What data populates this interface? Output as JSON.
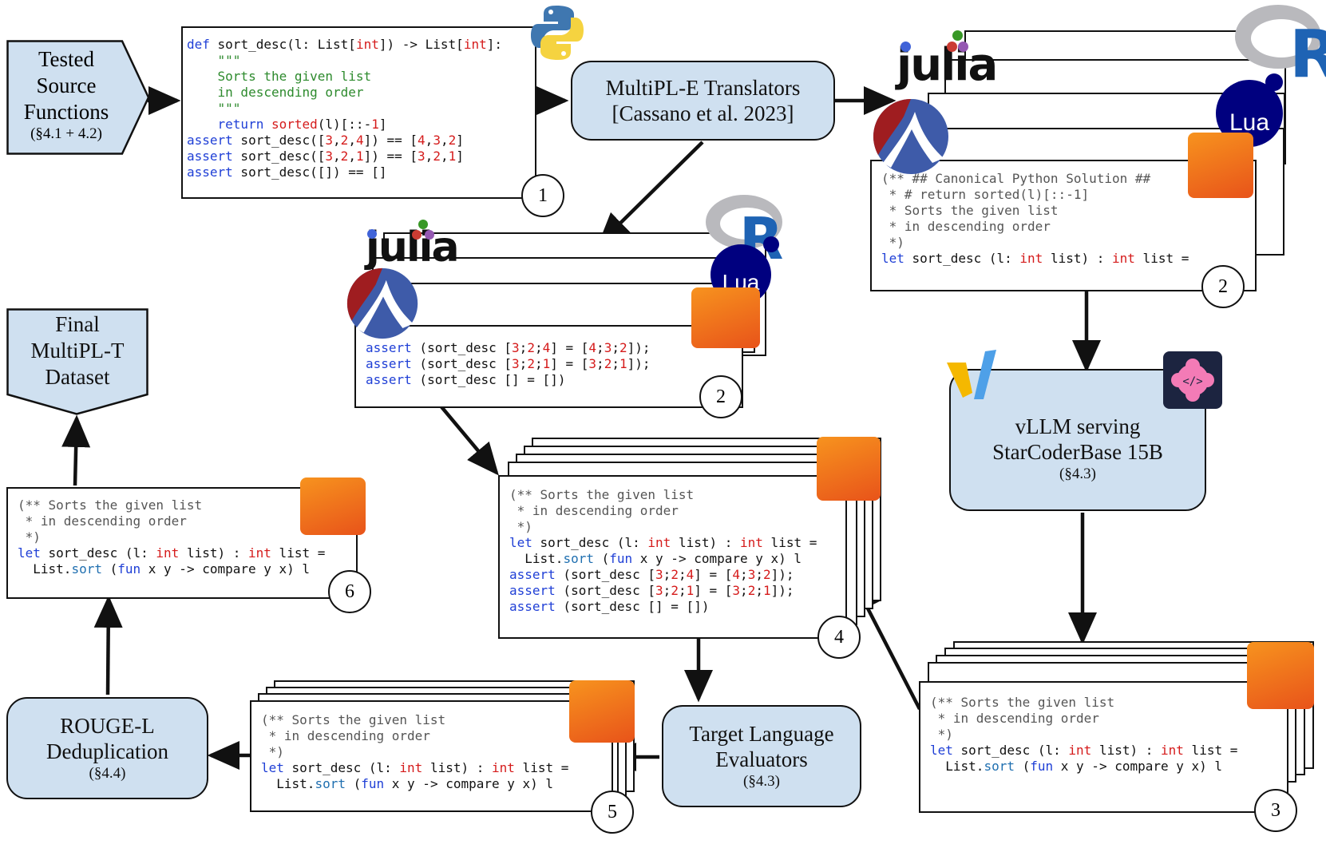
{
  "nodes": {
    "tested": {
      "title": "Tested\nSource\nFunctions",
      "ref": "(§4.1 + 4.2)"
    },
    "translators": {
      "title": "MultiPL-E Translators\n[Cassano et al. 2023]"
    },
    "vllm": {
      "title": "vLLM serving\nStarCoderBase 15B",
      "ref": "(§4.3)"
    },
    "evaluators": {
      "title": "Target Language\nEvaluators",
      "ref": "(§4.3)"
    },
    "rouge": {
      "title": "ROUGE-L\nDeduplication",
      "ref": "(§4.4)"
    },
    "final": {
      "title": "Final\nMultiPL-T\nDataset"
    }
  },
  "steps": {
    "s1": "1",
    "s2a": "2",
    "s2b": "2",
    "s3": "3",
    "s4": "4",
    "s5": "5",
    "s6": "6"
  },
  "logos": {
    "julia": "julia",
    "lua": "Lua",
    "r": "R"
  },
  "icons": [
    "python-logo-icon",
    "julia-logo-icon",
    "r-logo-icon",
    "lua-logo-icon",
    "racket-logo-icon",
    "ocaml-camel-icon",
    "vllm-logo-icon",
    "starcoder-logo-icon"
  ],
  "code": {
    "python": [
      [
        {
          "t": "def",
          "c": "kw"
        },
        {
          "t": " sort_desc(l: List["
        },
        {
          "t": "int",
          "c": "num"
        },
        {
          "t": "]) -> List["
        },
        {
          "t": "int",
          "c": "num"
        },
        {
          "t": "]:"
        }
      ],
      [
        {
          "t": "    \"\"\"",
          "c": "str"
        }
      ],
      [
        {
          "t": "    Sorts the given list",
          "c": "str"
        }
      ],
      [
        {
          "t": "    in descending order",
          "c": "str"
        }
      ],
      [
        {
          "t": "    \"\"\"",
          "c": "str"
        }
      ],
      [
        {
          "t": "    "
        },
        {
          "t": "return",
          "c": "kw"
        },
        {
          "t": " "
        },
        {
          "t": "sorted",
          "c": "num"
        },
        {
          "t": "(l)[::-"
        },
        {
          "t": "1",
          "c": "num"
        },
        {
          "t": "]"
        }
      ],
      [
        {
          "t": "assert",
          "c": "kw"
        },
        {
          "t": " sort_desc(["
        },
        {
          "t": "3",
          "c": "num"
        },
        {
          "t": ","
        },
        {
          "t": "2",
          "c": "num"
        },
        {
          "t": ","
        },
        {
          "t": "4",
          "c": "num"
        },
        {
          "t": "]) == ["
        },
        {
          "t": "4",
          "c": "num"
        },
        {
          "t": ","
        },
        {
          "t": "3",
          "c": "num"
        },
        {
          "t": ","
        },
        {
          "t": "2",
          "c": "num"
        },
        {
          "t": "]"
        }
      ],
      [
        {
          "t": "assert",
          "c": "kw"
        },
        {
          "t": " sort_desc(["
        },
        {
          "t": "3",
          "c": "num"
        },
        {
          "t": ","
        },
        {
          "t": "2",
          "c": "num"
        },
        {
          "t": ","
        },
        {
          "t": "1",
          "c": "num"
        },
        {
          "t": "]) == ["
        },
        {
          "t": "3",
          "c": "num"
        },
        {
          "t": ","
        },
        {
          "t": "2",
          "c": "num"
        },
        {
          "t": ","
        },
        {
          "t": "1",
          "c": "num"
        },
        {
          "t": "]"
        }
      ],
      [
        {
          "t": "assert",
          "c": "kw"
        },
        {
          "t": " sort_desc([]) == []"
        }
      ]
    ],
    "prompt": [
      [
        {
          "t": "(** ## Canonical Python Solution ##",
          "c": "cm"
        }
      ],
      [
        {
          "t": " * # return sorted(l)[::-1]",
          "c": "cm"
        }
      ],
      [
        {
          "t": " * Sorts the given list",
          "c": "cm"
        }
      ],
      [
        {
          "t": " * in descending order",
          "c": "cm"
        }
      ],
      [
        {
          "t": " *)",
          "c": "cm"
        }
      ],
      [
        {
          "t": "let",
          "c": "kw"
        },
        {
          "t": " sort_desc (l: "
        },
        {
          "t": "int",
          "c": "num"
        },
        {
          "t": " list) : "
        },
        {
          "t": "int",
          "c": "num"
        },
        {
          "t": " list ="
        }
      ]
    ],
    "tests": [
      [
        {
          "t": "assert",
          "c": "kw"
        },
        {
          "t": " (sort_desc ["
        },
        {
          "t": "3",
          "c": "num"
        },
        {
          "t": ";"
        },
        {
          "t": "2",
          "c": "num"
        },
        {
          "t": ";"
        },
        {
          "t": "4",
          "c": "num"
        },
        {
          "t": "] = ["
        },
        {
          "t": "4",
          "c": "num"
        },
        {
          "t": ";"
        },
        {
          "t": "3",
          "c": "num"
        },
        {
          "t": ";"
        },
        {
          "t": "2",
          "c": "num"
        },
        {
          "t": "]);"
        }
      ],
      [
        {
          "t": "assert",
          "c": "kw"
        },
        {
          "t": " (sort_desc ["
        },
        {
          "t": "3",
          "c": "num"
        },
        {
          "t": ";"
        },
        {
          "t": "2",
          "c": "num"
        },
        {
          "t": ";"
        },
        {
          "t": "1",
          "c": "num"
        },
        {
          "t": "] = ["
        },
        {
          "t": "3",
          "c": "num"
        },
        {
          "t": ";"
        },
        {
          "t": "2",
          "c": "num"
        },
        {
          "t": ";"
        },
        {
          "t": "1",
          "c": "num"
        },
        {
          "t": "]);"
        }
      ],
      [
        {
          "t": "assert",
          "c": "kw"
        },
        {
          "t": " (sort_desc [] = [])"
        }
      ]
    ],
    "generated": [
      [
        {
          "t": "(** Sorts the given list",
          "c": "cm"
        }
      ],
      [
        {
          "t": " * in descending order",
          "c": "cm"
        }
      ],
      [
        {
          "t": " *)",
          "c": "cm"
        }
      ],
      [
        {
          "t": "let",
          "c": "kw"
        },
        {
          "t": " sort_desc (l: "
        },
        {
          "t": "int",
          "c": "num"
        },
        {
          "t": " list) : "
        },
        {
          "t": "int",
          "c": "num"
        },
        {
          "t": " list ="
        }
      ],
      [
        {
          "t": "  List."
        },
        {
          "t": "sort",
          "c": "fn"
        },
        {
          "t": " ("
        },
        {
          "t": "fun",
          "c": "kw"
        },
        {
          "t": " x y -> compare y x) l"
        }
      ]
    ],
    "combined": [
      [
        {
          "t": "(** Sorts the given list",
          "c": "cm"
        }
      ],
      [
        {
          "t": " * in descending order",
          "c": "cm"
        }
      ],
      [
        {
          "t": " *)",
          "c": "cm"
        }
      ],
      [
        {
          "t": "let",
          "c": "kw"
        },
        {
          "t": " sort_desc (l: "
        },
        {
          "t": "int",
          "c": "num"
        },
        {
          "t": " list) : "
        },
        {
          "t": "int",
          "c": "num"
        },
        {
          "t": " list ="
        }
      ],
      [
        {
          "t": "  List."
        },
        {
          "t": "sort",
          "c": "fn"
        },
        {
          "t": " ("
        },
        {
          "t": "fun",
          "c": "kw"
        },
        {
          "t": " x y -> compare y x) l"
        }
      ],
      [
        {
          "t": "assert",
          "c": "kw"
        },
        {
          "t": " (sort_desc ["
        },
        {
          "t": "3",
          "c": "num"
        },
        {
          "t": ";"
        },
        {
          "t": "2",
          "c": "num"
        },
        {
          "t": ";"
        },
        {
          "t": "4",
          "c": "num"
        },
        {
          "t": "] = ["
        },
        {
          "t": "4",
          "c": "num"
        },
        {
          "t": ";"
        },
        {
          "t": "3",
          "c": "num"
        },
        {
          "t": ";"
        },
        {
          "t": "2",
          "c": "num"
        },
        {
          "t": "]);"
        }
      ],
      [
        {
          "t": "assert",
          "c": "kw"
        },
        {
          "t": " (sort_desc ["
        },
        {
          "t": "3",
          "c": "num"
        },
        {
          "t": ";"
        },
        {
          "t": "2",
          "c": "num"
        },
        {
          "t": ";"
        },
        {
          "t": "1",
          "c": "num"
        },
        {
          "t": "] = ["
        },
        {
          "t": "3",
          "c": "num"
        },
        {
          "t": ";"
        },
        {
          "t": "2",
          "c": "num"
        },
        {
          "t": ";"
        },
        {
          "t": "1",
          "c": "num"
        },
        {
          "t": "]);"
        }
      ],
      [
        {
          "t": "assert",
          "c": "kw"
        },
        {
          "t": " (sort_desc [] = [])"
        }
      ]
    ]
  },
  "colors": {
    "node_fill": "#cfe0f0",
    "keyword": "#1f3fd6",
    "number": "#d51b1b",
    "docstring": "#2d8a2d",
    "ocaml_orange": "#f7931e",
    "lua_blue": "#00007f"
  }
}
